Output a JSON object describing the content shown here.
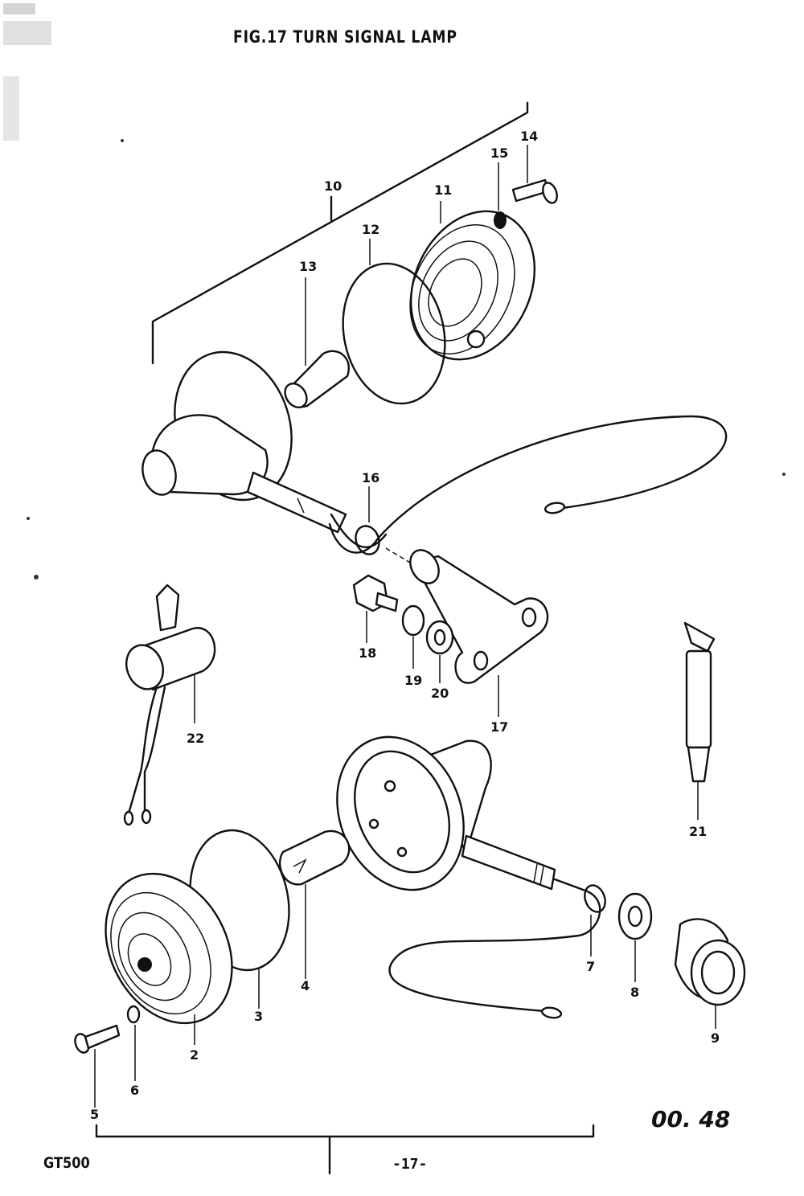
{
  "title": "FIG.17  TURN SIGNAL LAMP",
  "footer": {
    "model": "GT500",
    "page": "-17-",
    "ref_code": "00. 48"
  },
  "callouts": [
    "2",
    "3",
    "4",
    "5",
    "6",
    "7",
    "8",
    "9",
    "10",
    "11",
    "12",
    "13",
    "14",
    "15",
    "16",
    "17",
    "18",
    "19",
    "20",
    "21",
    "22"
  ]
}
